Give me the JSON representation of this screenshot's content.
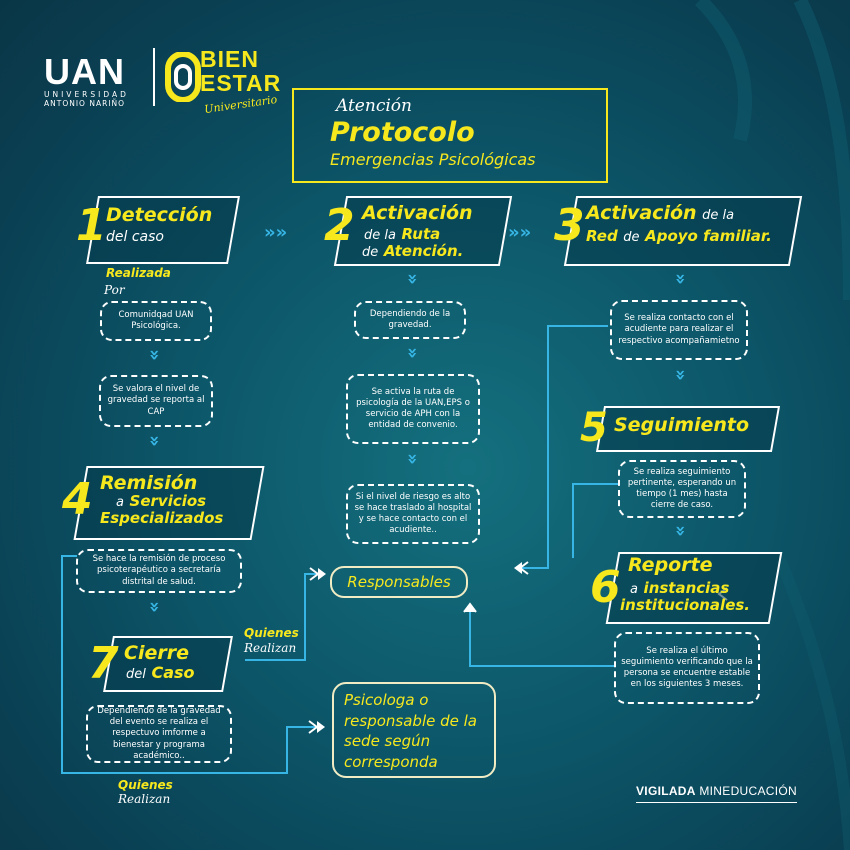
{
  "logo": {
    "uan": "UAN",
    "uni_line1": "UNIVERSIDAD",
    "uni_line2": "ANTONIO NARIÑO",
    "bien": "BIEN",
    "estar": "ESTAR",
    "universitario": "Universitario"
  },
  "header": {
    "line1": "Atención",
    "line2": "Protocolo",
    "line3": "Emergencias Psicológicas"
  },
  "steps": {
    "s1": {
      "num": "1",
      "title": "Detección",
      "sub": "del caso"
    },
    "s2": {
      "num": "2",
      "title": "Activación",
      "sub1": "de la",
      "sub1b": "Ruta",
      "sub2": "de",
      "sub2b": "Atención."
    },
    "s3": {
      "num": "3",
      "title": "Activación",
      "title_b": "de la",
      "sub1": "Red",
      "sub1b": "de",
      "sub1c": "Apoyo familiar."
    },
    "s4": {
      "num": "4",
      "title": "Remisión",
      "sub1": "a",
      "sub1b": "Servicios",
      "sub2": "Especializados"
    },
    "s5": {
      "num": "5",
      "title": "Seguimiento"
    },
    "s6": {
      "num": "6",
      "title": "Reporte",
      "sub1": "a",
      "sub1b": "instancias",
      "sub2": "institucionales."
    },
    "s7": {
      "num": "7",
      "title": "Cierre",
      "sub1": "del",
      "sub1b": "Caso"
    }
  },
  "labels": {
    "realizada": "Realizada",
    "por": "Por",
    "quienes1": "Quienes",
    "realizan1": "Realizan",
    "quienes2": "Quienes",
    "realizan2": "Realizan"
  },
  "boxes": {
    "b1": "Comunidqad UAN Psicológica.",
    "b2": "Se valora el nivel de gravedad se reporta al CAP",
    "b3": "Se hace la remisión de proceso psicoterapéutico a secretaría distrital de salud.",
    "b4": "Dependiendo de la gravedad del evento se realiza el respectuvo imforme a bienestar y programa académico..",
    "c1": "Dependiendo de la gravedad.",
    "c2": "Se activa la ruta de psicología de la UAN,EPS o servicio de APH con la entidad de convenio.",
    "c3": "Si el nivel de riesgo es alto se hace traslado al hospital y se hace contacto con el acudiente..",
    "d1": "Se realiza contacto con el acudiente para realizar el respectivo acompañamietno",
    "d2": "Se realiza seguimiento pertinente, esperando un tiempo (1 mes) hasta cierre de caso.",
    "d3": "Se realiza el último seguimiento verificando que la persona se encuentre estable en los siguientes 3 meses."
  },
  "responsables": "Responsables",
  "psicologa": "Psicologa o responsable de la sede según corresponda",
  "footer": {
    "vigilada": "VIGILADA",
    "mineducacion": "MINEDUCACIÓN"
  },
  "colors": {
    "accent": "#f7e81e",
    "arrow": "#37b6e6",
    "background": "#0b4a5c"
  }
}
